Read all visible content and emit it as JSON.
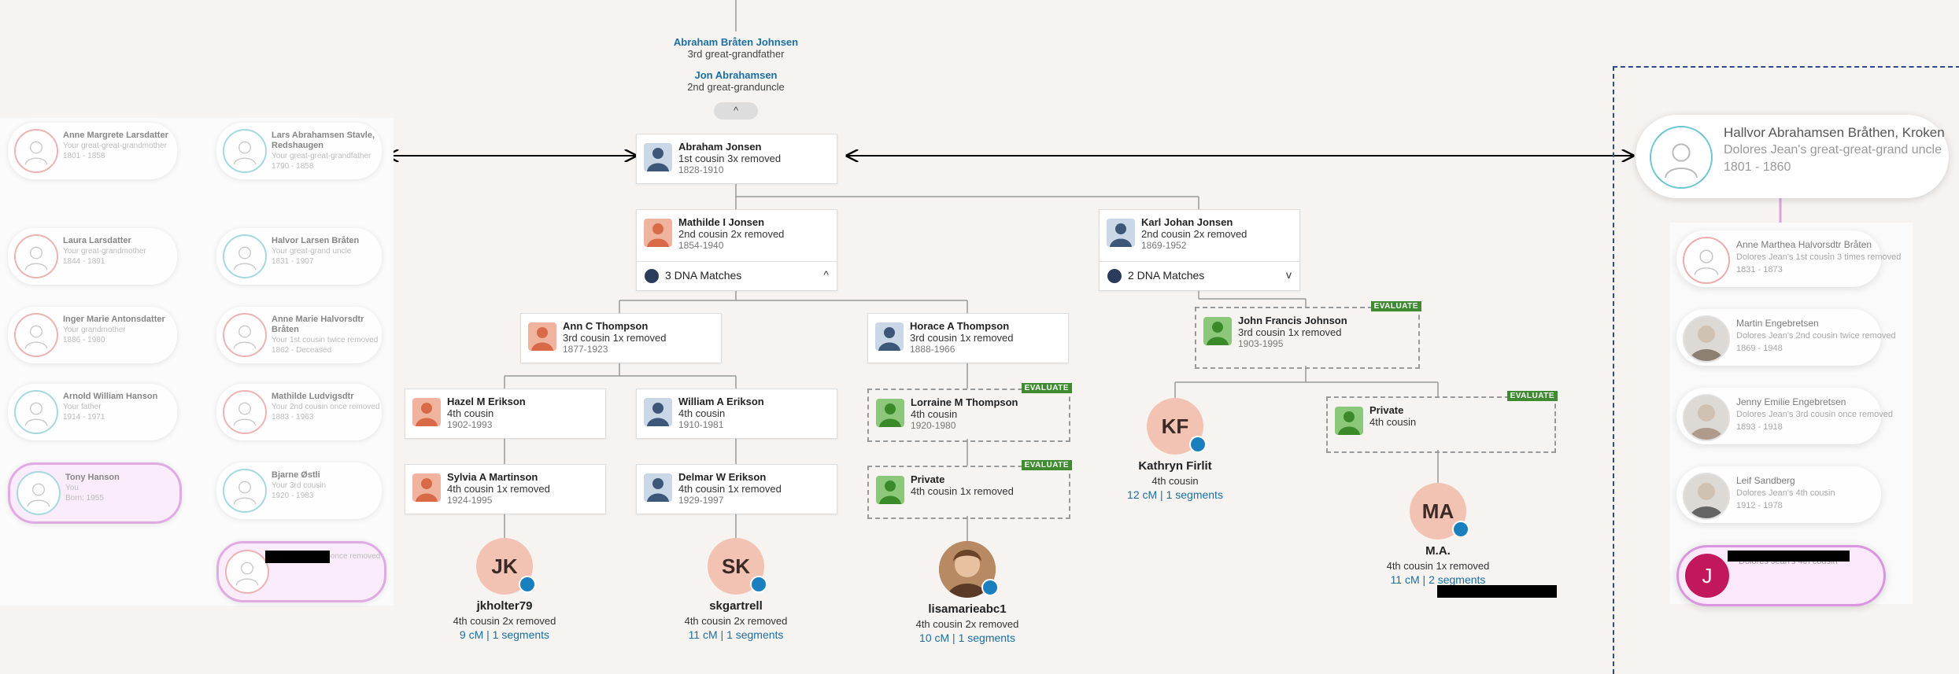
{
  "center": {
    "top_ancestors": [
      {
        "name": "Abraham Bråten Johnsen",
        "relation": "3rd great-grandfather"
      },
      {
        "name": "Jon Abrahamsen",
        "relation": "2nd great-granduncle"
      }
    ],
    "cards": {
      "abraham": {
        "name": "Abraham Jonsen",
        "relation": "1st cousin 3x removed",
        "dates": "1828-1910"
      },
      "mathilde": {
        "name": "Mathilde I Jonsen",
        "relation": "2nd cousin 2x removed",
        "dates": "1854-1940",
        "dna": "3 DNA Matches",
        "chevron": "^"
      },
      "karl": {
        "name": "Karl Johan Jonsen",
        "relation": "2nd cousin 2x removed",
        "dates": "1869-1952",
        "dna": "2 DNA Matches",
        "chevron": "v"
      },
      "ann": {
        "name": "Ann C Thompson",
        "relation": "3rd cousin 1x removed",
        "dates": "1877-1923"
      },
      "horace": {
        "name": "Horace A Thompson",
        "relation": "3rd cousin 1x removed",
        "dates": "1888-1966"
      },
      "john": {
        "name": "John Francis Johnson",
        "relation": "3rd cousin 1x removed",
        "dates": "1903-1995",
        "badge": "EVALUATE"
      },
      "hazel": {
        "name": "Hazel M Erikson",
        "relation": "4th cousin",
        "dates": "1902-1993"
      },
      "william": {
        "name": "William A Erikson",
        "relation": "4th cousin",
        "dates": "1910-1981"
      },
      "lorraine": {
        "name": "Lorraine M Thompson",
        "relation": "4th cousin",
        "dates": "1920-1980",
        "badge": "EVALUATE"
      },
      "private1": {
        "name": "Private",
        "relation": "4th cousin",
        "badge": "EVALUATE"
      },
      "sylvia": {
        "name": "Sylvia A Martinson",
        "relation": "4th cousin 1x removed",
        "dates": "1924-1995"
      },
      "delmar": {
        "name": "Delmar W Erikson",
        "relation": "4th cousin 1x removed",
        "dates": "1929-1997"
      },
      "private2": {
        "name": "Private",
        "relation": "4th cousin 1x removed",
        "badge": "EVALUATE"
      }
    },
    "matches": [
      {
        "initials": "JK",
        "name": "jkholter79",
        "relation": "4th cousin 2x removed",
        "cm": "9 cM | 1 segments"
      },
      {
        "initials": "SK",
        "name": "skgartrell",
        "relation": "4th cousin 2x removed",
        "cm": "11 cM | 1 segments"
      },
      {
        "initials": "",
        "name": "lisamarieabc1",
        "relation": "4th cousin 2x removed",
        "cm": "10 cM | 1 segments"
      },
      {
        "initials": "KF",
        "name": "Kathryn Firlit",
        "relation": "4th cousin",
        "cm": "12 cM | 1 segments"
      },
      {
        "initials": "MA",
        "name": "M.A.",
        "relation": "4th cousin 1x removed",
        "cm": "11 cM | 2 segments"
      }
    ],
    "collapse_icon": "^"
  },
  "left": {
    "col1": [
      {
        "name": "Anne Margrete Larsdatter",
        "relation": "Your great-great-grandmother",
        "dates": "1801 - 1858",
        "sex": "f"
      },
      {
        "name": "Laura Larsdatter",
        "relation": "Your great-grandmother",
        "dates": "1844 - 1891",
        "sex": "f"
      },
      {
        "name": "Inger Marie Antonsdatter",
        "relation": "Your grandmother",
        "dates": "1886 - 1980",
        "sex": "f"
      },
      {
        "name": "Arnold William Hanson",
        "relation": "Your father",
        "dates": "1914 - 1971",
        "sex": "m"
      },
      {
        "name": "Tony Hanson",
        "relation": "You",
        "dates": "Born: 1955",
        "sex": "m"
      }
    ],
    "col2": [
      {
        "name": "Lars Abrahamsen Stavle, Redshaugen",
        "relation": "Your great-great-grandfather",
        "dates": "1790 - 1858",
        "sex": "m"
      },
      {
        "name": "Halvor Larsen Bråten",
        "relation": "Your great-grand uncle",
        "dates": "1831 - 1907",
        "sex": "m"
      },
      {
        "name": "Anne Marie Halvorsdtr Bråten",
        "relation": "Your 1st cousin twice removed",
        "dates": "1862 - Deceased",
        "sex": "f"
      },
      {
        "name": "Mathilde Ludvigsdtr",
        "relation": "Your 2nd cousin once removed",
        "dates": "1883 - 1963",
        "sex": "f"
      },
      {
        "name": "Bjarne Østli",
        "relation": "Your 3rd cousin",
        "dates": "1920 - 1983",
        "sex": "m"
      },
      {
        "name": "",
        "relation": "Your 3rd cousin once removed",
        "dates": "",
        "sex": "f"
      }
    ]
  },
  "right": {
    "main": {
      "name": "Hallvor Abrahamsen Bråthen, Kroken",
      "relation": "Dolores Jean's great-great-grand uncle",
      "dates": "1801 - 1860"
    },
    "items": [
      {
        "name": "Anne Marthea Halvorsdtr Bråten",
        "relation": "Dolores Jean's 1st cousin 3 times removed",
        "dates": "1831 - 1873"
      },
      {
        "name": "Martin Engebretsen",
        "relation": "Dolores Jean's 2nd cousin twice removed",
        "dates": "1869 - 1948"
      },
      {
        "name": "Jenny Emilie Engebretsen",
        "relation": "Dolores Jean's 3rd cousin once removed",
        "dates": "1893 - 1918"
      },
      {
        "name": "Leif Sandberg",
        "relation": "Dolores Jean's 4th cousin",
        "dates": "1912 - 1978"
      },
      {
        "initial": "J",
        "name": "",
        "relation": "Dolores Jean's 4th cousin",
        "dates": ""
      }
    ]
  },
  "colors": {
    "link": "#1b6fa3",
    "evaluate": "#3e8c2f",
    "match_circle": "#f2c3b3",
    "dashed_frame": "#2c4a8d",
    "you_border": "#d995dd"
  }
}
